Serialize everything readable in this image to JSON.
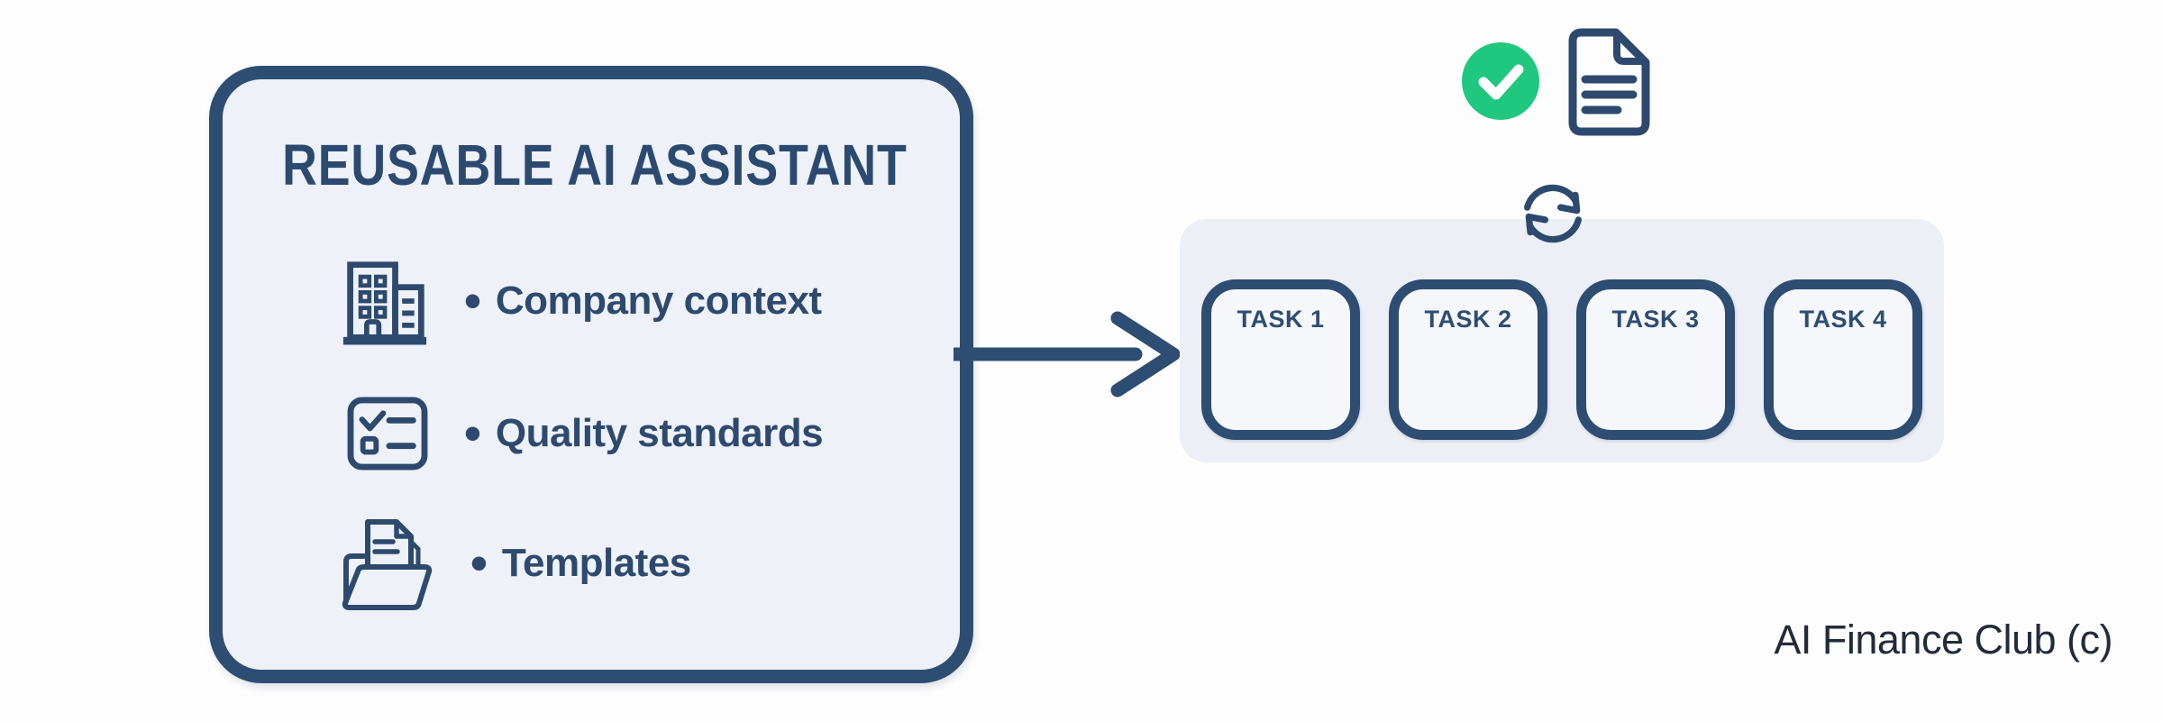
{
  "assistant": {
    "title": "REUSABLE AI ASSISTANT",
    "bullet_char": "•",
    "items": [
      {
        "icon": "building-icon",
        "label": "Company context"
      },
      {
        "icon": "checklist-icon",
        "label": "Quality standards"
      },
      {
        "icon": "folder-icon",
        "label": "Templates"
      }
    ]
  },
  "tasks": {
    "items": [
      {
        "label": "TASK 1"
      },
      {
        "label": "TASK 2"
      },
      {
        "label": "TASK 3"
      },
      {
        "label": "TASK 4"
      }
    ],
    "status_icons": [
      "check-circle-icon",
      "document-icon",
      "refresh-icon"
    ]
  },
  "footer": {
    "credit": "AI Finance Club (c)"
  },
  "colors": {
    "navy": "#2e4d72",
    "assistant_box_fill": "#eef1f7",
    "panel_fill": "#edeff6",
    "task_box_fill": "#f6f7fb",
    "check_green": "#1fc87e",
    "footer_text": "#212c3b",
    "background": "#fdfdfe"
  }
}
